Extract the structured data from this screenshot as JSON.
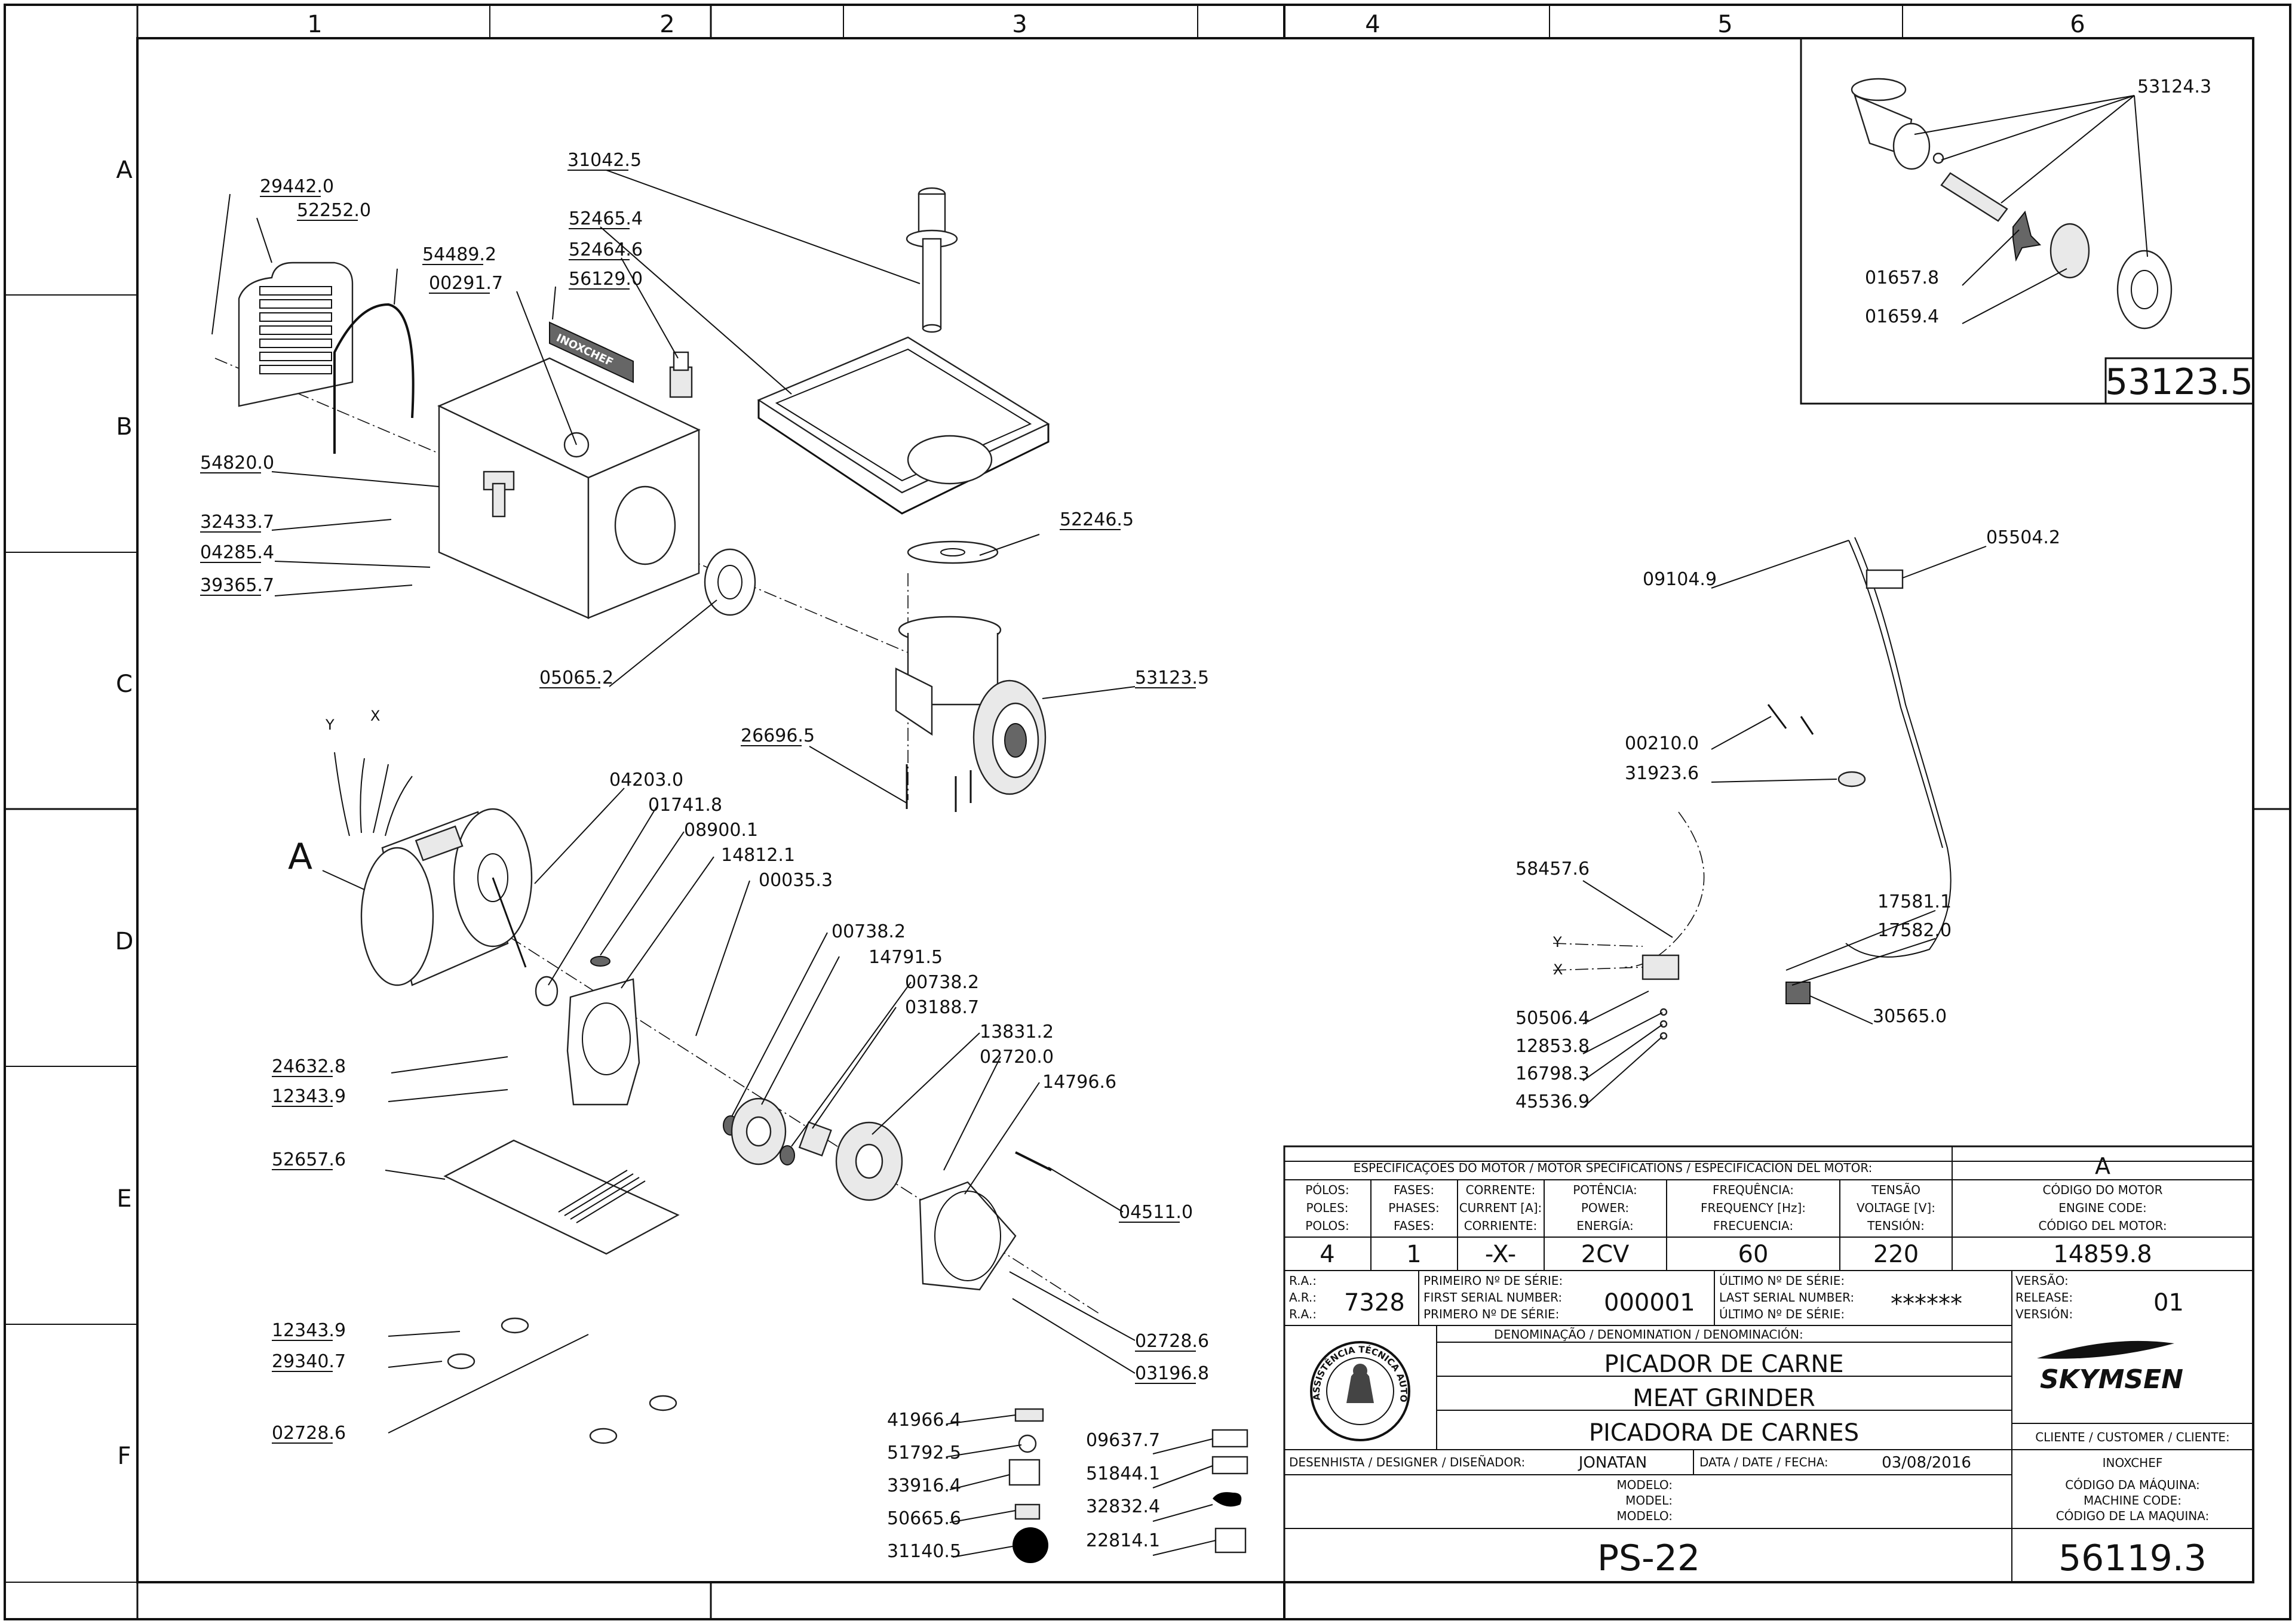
{
  "frame": {
    "columns": [
      "1",
      "2",
      "3",
      "4",
      "5",
      "6"
    ],
    "rows": [
      "A",
      "B",
      "C",
      "D",
      "E",
      "F"
    ]
  },
  "view_label": "A",
  "wire_labels": [
    "Y",
    "X"
  ],
  "inox_label": "INOXCHEF",
  "callouts": [
    "31042.5",
    "29442.0",
    "52252.0",
    "54489.2",
    "00291.7",
    "52465.4",
    "52464.6",
    "56129.0",
    "54820.0",
    "32433.7",
    "04285.4",
    "39365.7",
    "05065.2",
    "52246.5",
    "53123.5",
    "26696.5",
    "04203.0",
    "01741.8",
    "08900.1",
    "14812.1",
    "00035.3",
    "00738.2",
    "14791.5",
    "00738.2",
    "03188.7",
    "13831.2",
    "02720.0",
    "14796.6",
    "24632.8",
    "12343.9",
    "52657.6",
    "04511.0",
    "12343.9",
    "29340.7",
    "02728.6",
    "02728.6",
    "03196.8",
    "41966.4",
    "51792.5",
    "33916.4",
    "50665.6",
    "31140.5",
    "09637.7",
    "51844.1",
    "32832.4",
    "22814.1",
    "53124.3",
    "01657.8",
    "01659.4",
    "09104.9",
    "05504.2",
    "00210.0",
    "31923.6",
    "58457.6",
    "17581.1",
    "17582.0",
    "50506.4",
    "30565.0",
    "12853.8",
    "16798.3",
    "45536.9"
  ],
  "inset_title": "53123.5",
  "motor": {
    "header": "ESPECIFICAÇÕES DO MOTOR / MOTOR SPECIFICATIONS / ESPECIFICACÍON DEL MOTOR:",
    "version_letter": "A",
    "columns": [
      {
        "label": [
          "PÓLOS:",
          "POLES:",
          "POLOS:"
        ],
        "value": "4"
      },
      {
        "label": [
          "FASES:",
          "PHASES:",
          "FASES:"
        ],
        "value": "1"
      },
      {
        "label": [
          "CORRENTE:",
          "CURRENT [A]:",
          "CORRIENTE:"
        ],
        "value": "-X-"
      },
      {
        "label": [
          "POTÊNCIA:",
          "POWER:",
          "ENERGÍA:"
        ],
        "value": "2CV"
      },
      {
        "label": [
          "FREQUÊNCIA:",
          "FREQUENCY [Hz]:",
          "FRECUENCIA:"
        ],
        "value": "60"
      },
      {
        "label": [
          "TENSÃO",
          "VOLTAGE [V]:",
          "TENSIÓN:"
        ],
        "value": "220"
      }
    ],
    "code_label": [
      "CÓDIGO DO MOTOR",
      "ENGINE CODE:",
      "CÓDIGO DEL MOTOR:"
    ],
    "code_value": "14859.8"
  },
  "serial": {
    "ra_label": [
      "R.A.:",
      "A.R.:",
      "R.A.:"
    ],
    "ra_value": "7328",
    "first_label": [
      "PRIMEIRO Nº DE SÉRIE:",
      "FIRST SERIAL NUMBER:",
      "PRIMERO Nº DE SÉRIE:"
    ],
    "first_value": "000001",
    "last_label": [
      "ÚLTIMO Nº DE SÉRIE:",
      "LAST SERIAL NUMBER:",
      "ÚLTIMO Nº DE SÉRIE:"
    ],
    "last_value": "******",
    "version_label": [
      "VERSÃO:",
      "RELEASE:",
      "VERSIÓN:"
    ],
    "version_value": "01"
  },
  "title_block": {
    "denomination_label": "DENOMINAÇÃO / DENOMINATION / DENOMINACIÓN:",
    "names": [
      "PICADOR DE CARNE",
      "MEAT GRINDER",
      "PICADORA DE CARNES"
    ],
    "brand": "SKYMSEN",
    "seal_text": "ASSISTÊNCIA TÉCNICA AUTORIZADA",
    "client_label": "CLIENTE / CUSTOMER / CLIENTE:",
    "client_value": "INOXCHEF",
    "designer_label": "DESENHISTA / DESIGNER / DISEÑADOR:",
    "designer_value": "JONATAN",
    "date_label": "DATA / DATE / FECHA:",
    "date_value": "03/08/2016",
    "model_label": [
      "MODELO:",
      "MODEL:",
      "MODELO:"
    ],
    "model_value": "PS-22",
    "machine_label": [
      "CÓDIGO DA MÁQUINA:",
      "MACHINE CODE:",
      "CÓDIGO DE LA MAQUINA:"
    ],
    "machine_value": "56119.3"
  }
}
